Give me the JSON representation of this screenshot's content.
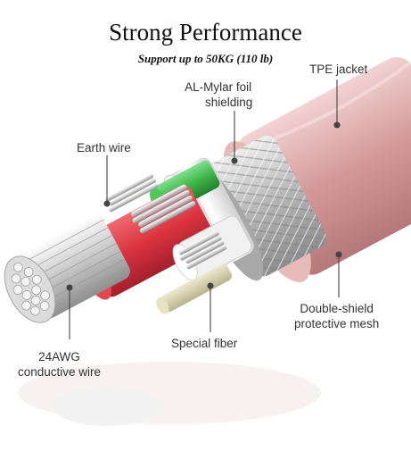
{
  "title": "Strong Performance",
  "subtitle": "Support up to 50KG (110 lb)",
  "labels": {
    "tpe_jacket": "TPE jacket",
    "al_mylar_line1": "AL-Mylar foil",
    "al_mylar_line2": "shielding",
    "earth_wire": "Earth wire",
    "double_shield_line1": "Double-shield",
    "double_shield_line2": "protective mesh",
    "special_fiber": "Special fiber",
    "awg_line1": "24AWG",
    "awg_line2": "conductive wire"
  },
  "colors": {
    "jacket": "#d9a4a4",
    "mesh": "#b8b8b8",
    "foil": "#e6e6e6",
    "red_insulation": "#d9333f",
    "green_insulation": "#3fb54a",
    "copper": "#c9c9c9",
    "fiber": "#cfc9a6",
    "callout": "#444444"
  }
}
